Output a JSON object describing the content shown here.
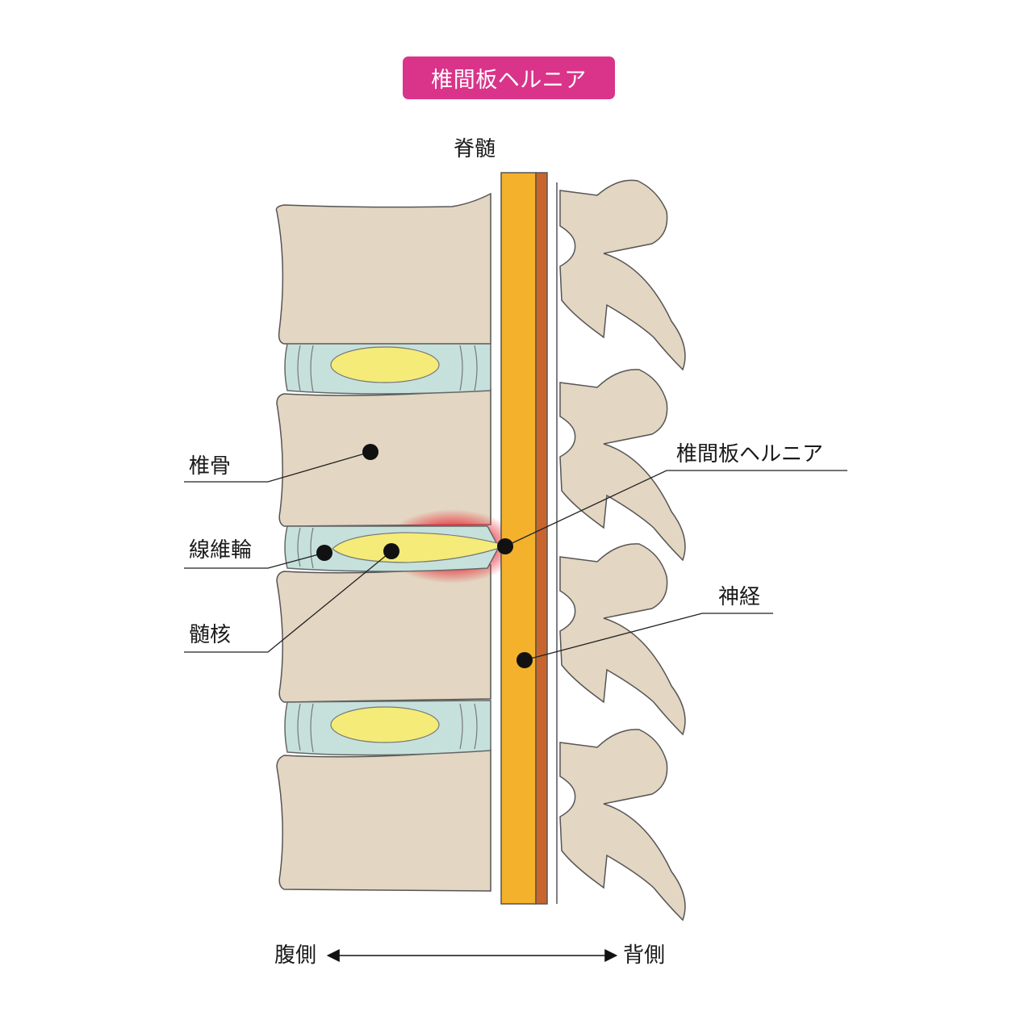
{
  "title": "椎間板ヘルニア",
  "labels": {
    "spinal_cord": "脊髄",
    "vertebra": "椎骨",
    "annulus": "線維輪",
    "nucleus": "髄核",
    "herniation": "椎間板ヘルニア",
    "nerve": "神経"
  },
  "axis": {
    "left": "腹側",
    "right": "背側"
  },
  "colors": {
    "title_bg": "#d9348a",
    "bone": "#e3d6c2",
    "disc": "#c6e1dc",
    "nucleus": "#f4eb78",
    "spinal_cord": "#f3b12c",
    "dura": "#c8652e",
    "herniation_glow": "#e8323c"
  }
}
